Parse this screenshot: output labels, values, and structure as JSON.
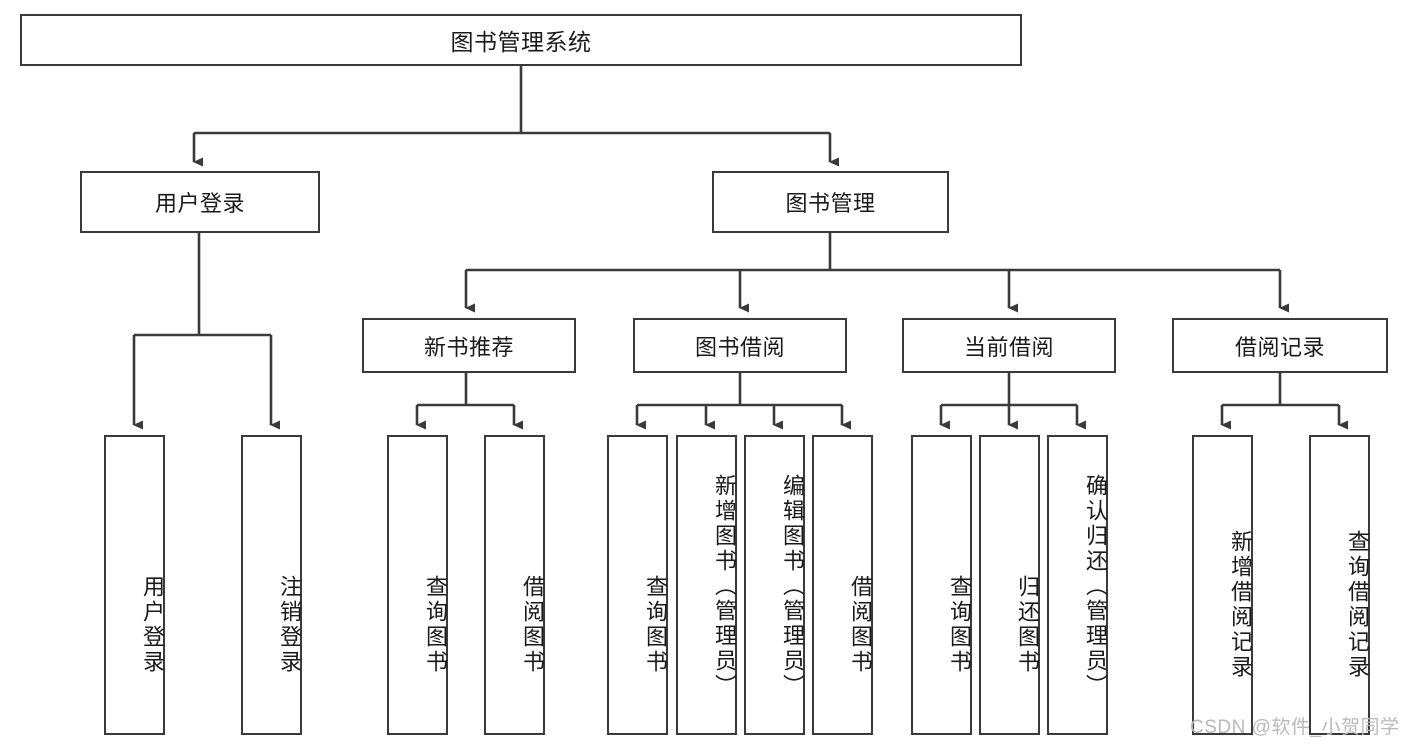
{
  "diagram": {
    "title_node": {
      "label": "图书管理系统"
    },
    "level2": [
      {
        "id": "user-login",
        "label": "用户登录"
      },
      {
        "id": "book-management",
        "label": "图书管理"
      }
    ],
    "level3": [
      {
        "id": "new-book-recommend",
        "label": "新书推荐"
      },
      {
        "id": "book-borrow",
        "label": "图书借阅"
      },
      {
        "id": "current-borrow",
        "label": "当前借阅"
      },
      {
        "id": "borrow-record",
        "label": "借阅记录"
      }
    ],
    "leaves": [
      {
        "id": "leaf-user-login",
        "label": "用户登录"
      },
      {
        "id": "leaf-logout",
        "label": "注销登录"
      },
      {
        "id": "leaf-query-book-1",
        "label": "查询图书"
      },
      {
        "id": "leaf-borrow-book-1",
        "label": "借阅图书"
      },
      {
        "id": "leaf-query-book-2",
        "label": "查询图书"
      },
      {
        "id": "leaf-add-book",
        "label": "新增图书（管理员）"
      },
      {
        "id": "leaf-edit-book",
        "label": "编辑图书（管理员）"
      },
      {
        "id": "leaf-borrow-book-2",
        "label": "借阅图书"
      },
      {
        "id": "leaf-query-book-3",
        "label": "查询图书"
      },
      {
        "id": "leaf-return-book",
        "label": "归还图书"
      },
      {
        "id": "leaf-confirm-return",
        "label": "确认归还（管理员）"
      },
      {
        "id": "leaf-add-record",
        "label": "新增借阅记录"
      },
      {
        "id": "leaf-query-record",
        "label": "查询借阅记录"
      }
    ]
  },
  "watermark": {
    "text": "CSDN @软件_小贺同学"
  },
  "colors": {
    "stroke": "#3a3a3a",
    "background": "#ffffff",
    "text": "#1a1a1a",
    "watermark": "#b9b9b9"
  }
}
